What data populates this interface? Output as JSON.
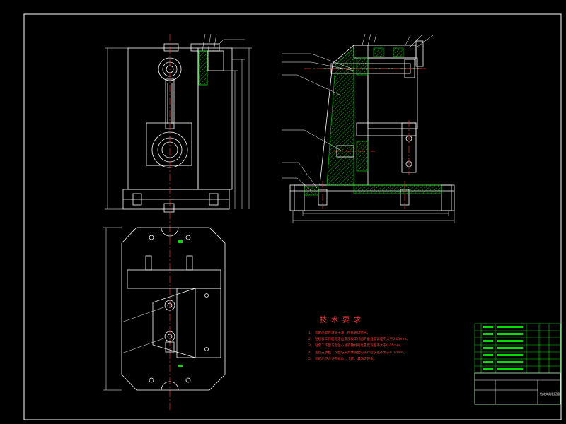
{
  "technical_requirements": {
    "title": "技术要求",
    "items": [
      "1、 装配前零件清洗干净，所有锐边倒钝。",
      "2、 钻模板工作面与定位支承板工作面的垂直度误差不大于0.05mm。",
      "3、 钻套工作面与定位心轴的轴线的位置度误差不大于0.05mm。",
      "4、 定位支承板工作面与夹具体底面的平行度误差不大于0.02mm。",
      "5、 装配后不允许有松动、卡死、漏油等现象。"
    ]
  },
  "title_block": {
    "drawing_name": "钻床夹具装配图"
  },
  "colors": {
    "background": "#000000",
    "outline": "#ffffff",
    "centerline": "#ff2a2a",
    "leader": "#ffffff",
    "annotation": "#ff3b3b",
    "hatch": "#00e000",
    "dimension": "#ffffff",
    "title_block": "#00e000"
  }
}
